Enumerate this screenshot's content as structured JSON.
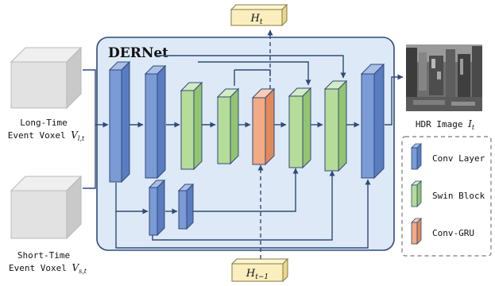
{
  "network_title": "DERNet",
  "inputs": {
    "long_line1": "Long-Time",
    "long_line2": "Event Voxel",
    "long_symbol": "V",
    "long_sub": "l,t",
    "short_line1": "Short-Time",
    "short_line2": "Event Voxel",
    "short_symbol": "V",
    "short_sub": "s,t"
  },
  "output": {
    "label": "HDR Image",
    "symbol": "I",
    "sub": "t"
  },
  "hidden_state": {
    "top_symbol": "H",
    "top_sub": "t",
    "bottom_symbol": "H",
    "bottom_sub": "t−1"
  },
  "legend": [
    {
      "label": "Conv Layer",
      "color": "#7b9bd6"
    },
    {
      "label": "Swin Block",
      "color": "#b6dc9a"
    },
    {
      "label": "Conv-GRU",
      "color": "#f2ab85"
    }
  ],
  "colors": {
    "panel_fill": "#dde9f6",
    "panel_border": "#2e4a7a",
    "conv": "#7b9bd6",
    "swin": "#b6dc9a",
    "gru": "#f2ab85",
    "hidden_box": "#fbefbf",
    "arrow": "#2e4a7a"
  }
}
